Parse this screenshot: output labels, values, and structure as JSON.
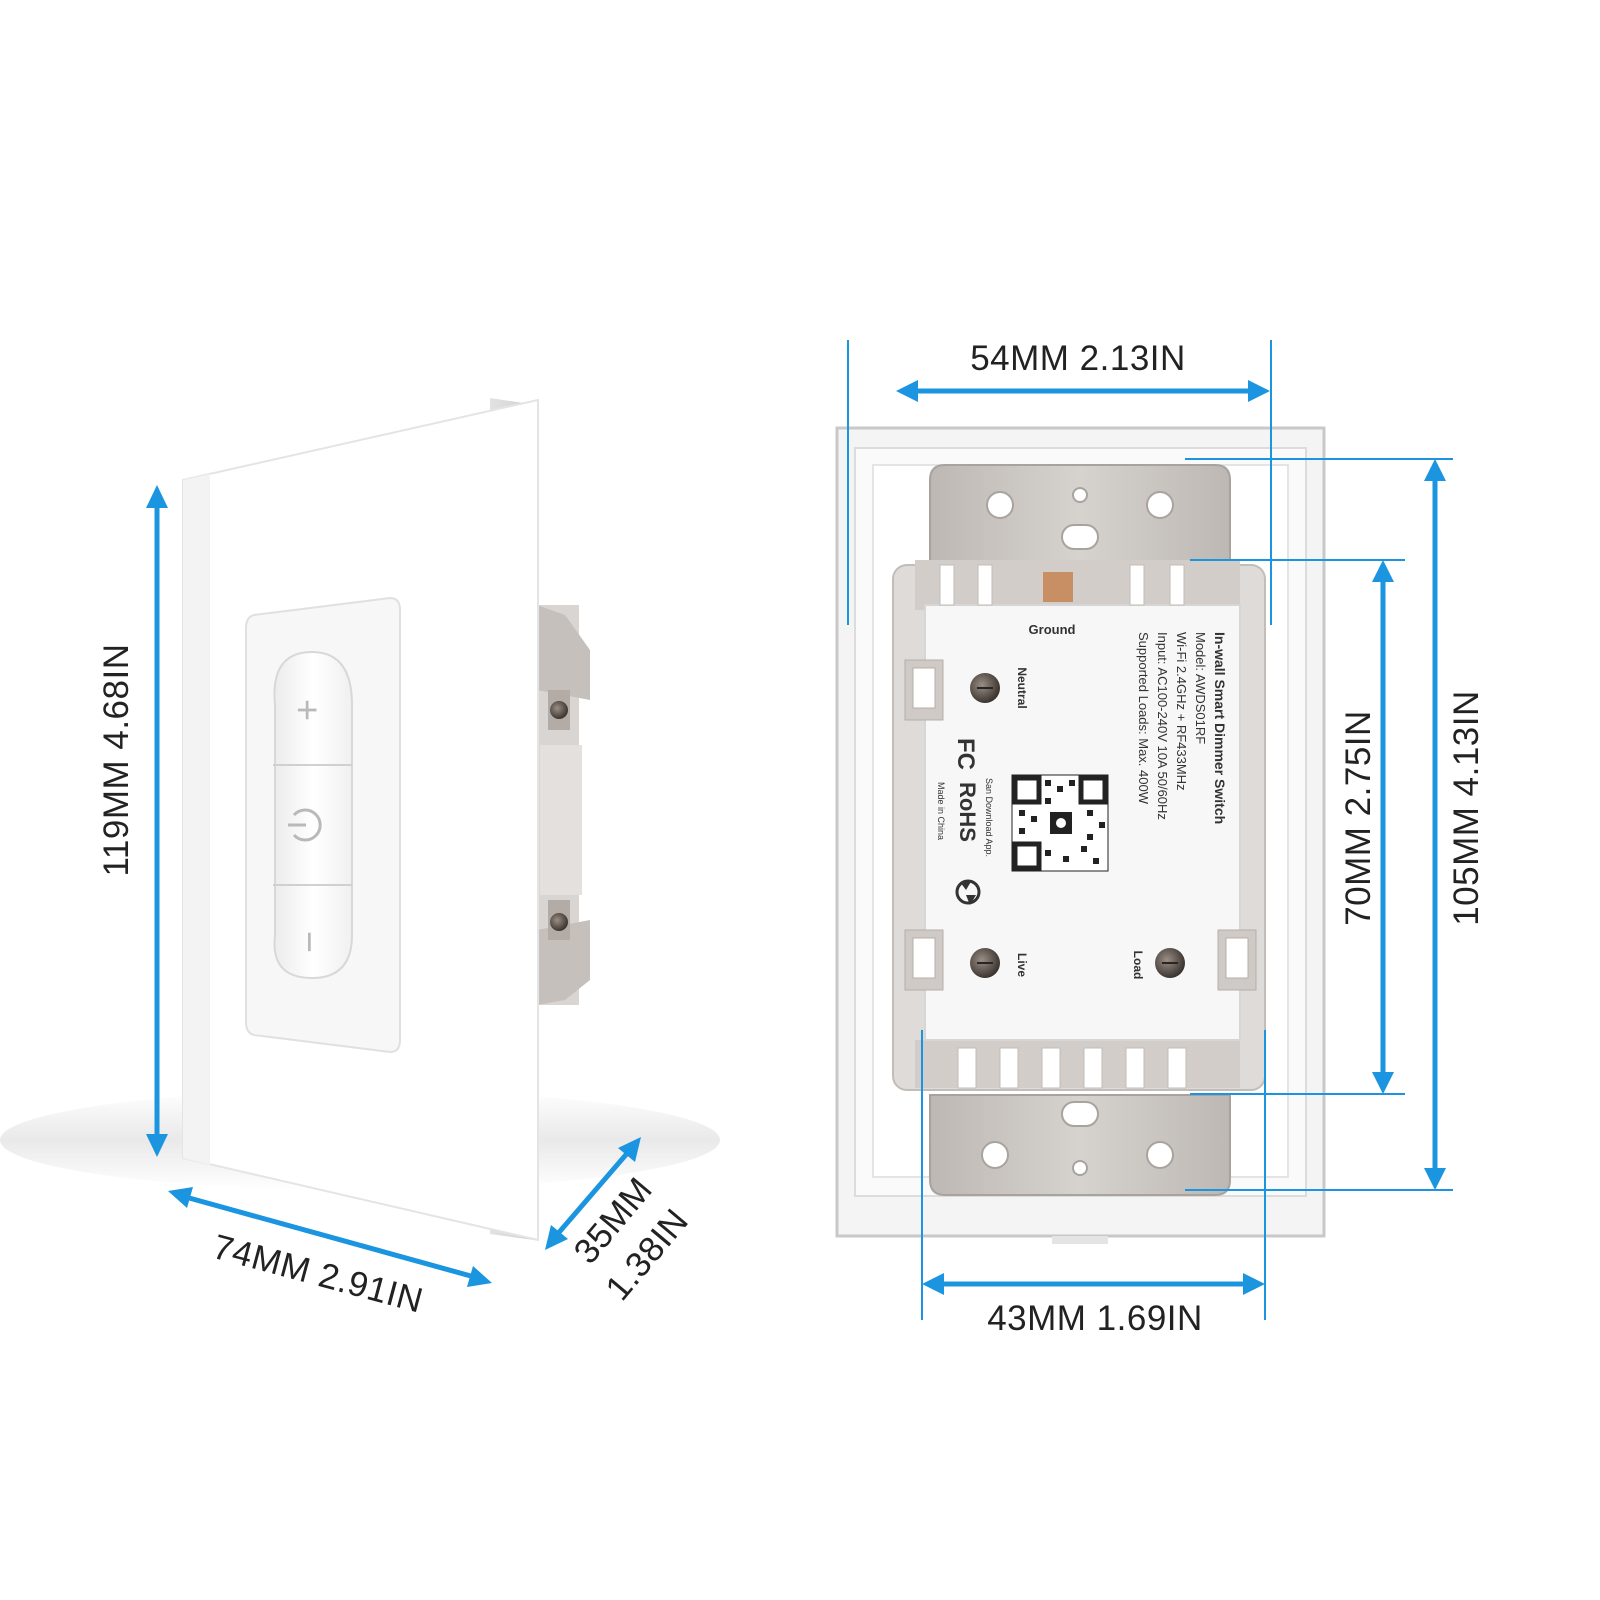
{
  "colors": {
    "arrow": "#1b95e0",
    "plate": "#ffffff",
    "module": "#f5f5f5",
    "bracket": "#c9c4c0"
  },
  "dimensions": {
    "height_119": "119MM  4.68IN",
    "width_74": "74MM   2.91IN",
    "depth_mm": "35MM",
    "depth_in": "1.38IN",
    "width_54": "54MM  2.13IN",
    "height_70": "70MM   2.75IN",
    "height_105": "105MM  4.13IN",
    "width_43": "43MM 1.69IN"
  },
  "front_panel": {
    "plus_symbol": "+",
    "minus_symbol": "−",
    "power_icon": "power-icon"
  },
  "back_label": {
    "title": "In-wall Smart Dimmer Switch",
    "model": "Model: AWDS01RF",
    "wifi": "Wi-Fi 2.4GHz + RF433MHz",
    "input": "Input: AC100-240V 10A 50/60Hz",
    "loads": "Supported Loads: Max. 400W",
    "download": "San Download App.",
    "made_in": "Made in China",
    "fc_mark": "FC",
    "rohs_mark": "RoHS"
  },
  "terminals": {
    "ground": "Ground",
    "neutral": "Neutral",
    "live": "Live",
    "load": "Load"
  }
}
